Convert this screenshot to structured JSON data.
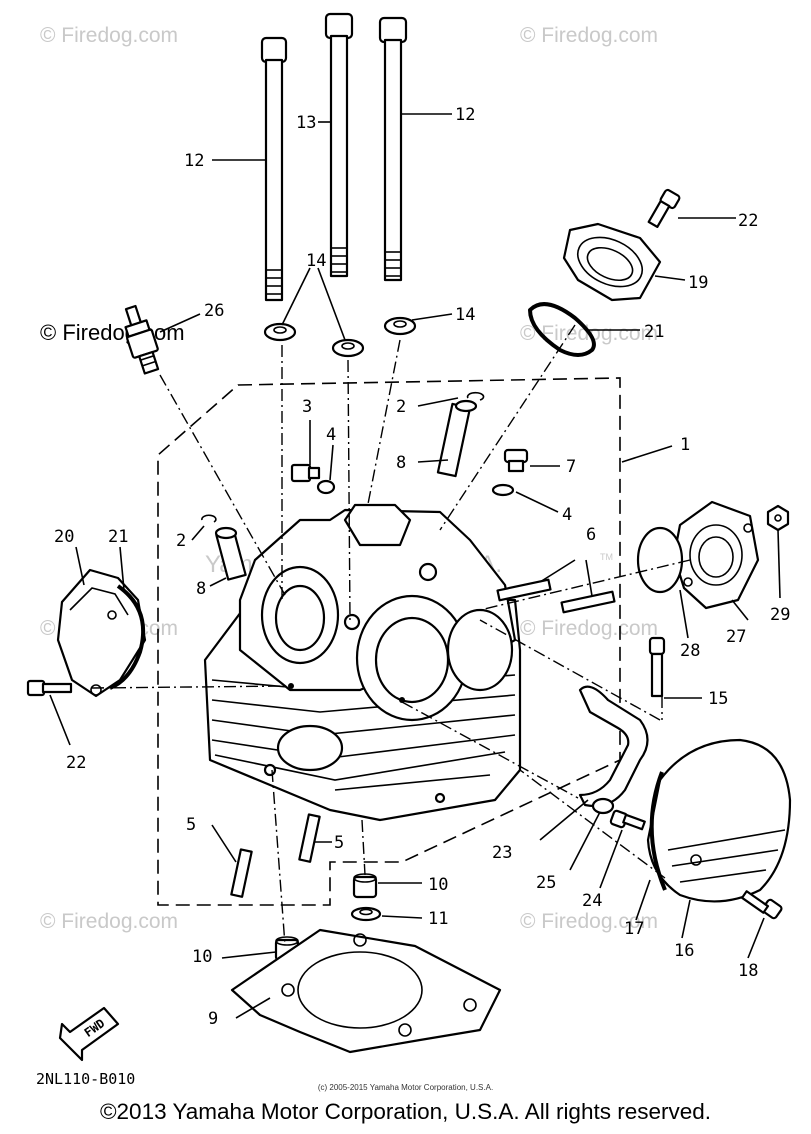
{
  "watermarks": {
    "firedog": "© Firedog.com",
    "yamaha": "Yamaha Motor Corp. U.S.A.",
    "tm": "TM"
  },
  "diagram_code": "2NL110-B010",
  "fwd_label": "FWD",
  "small_copyright": "(c) 2005-2015 Yamaha Motor Corporation, U.S.A.",
  "copyright": "©2013 Yamaha Motor Corporation, U.S.A. All rights reserved.",
  "callouts": {
    "c1": "1",
    "c2a": "2",
    "c2b": "2",
    "c3": "3",
    "c4a": "4",
    "c4b": "4",
    "c5a": "5",
    "c5b": "5",
    "c6": "6",
    "c7": "7",
    "c8a": "8",
    "c8b": "8",
    "c9": "9",
    "c10a": "10",
    "c10b": "10",
    "c11": "11",
    "c12a": "12",
    "c12b": "12",
    "c13": "13",
    "c14a": "14",
    "c14b": "14",
    "c15": "15",
    "c16": "16",
    "c17": "17",
    "c18": "18",
    "c19": "19",
    "c20": "20",
    "c21a": "21",
    "c21b": "21",
    "c22a": "22",
    "c22b": "22",
    "c23": "23",
    "c24": "24",
    "c25": "25",
    "c26": "26",
    "c27": "27",
    "c28": "28",
    "c29": "29"
  }
}
